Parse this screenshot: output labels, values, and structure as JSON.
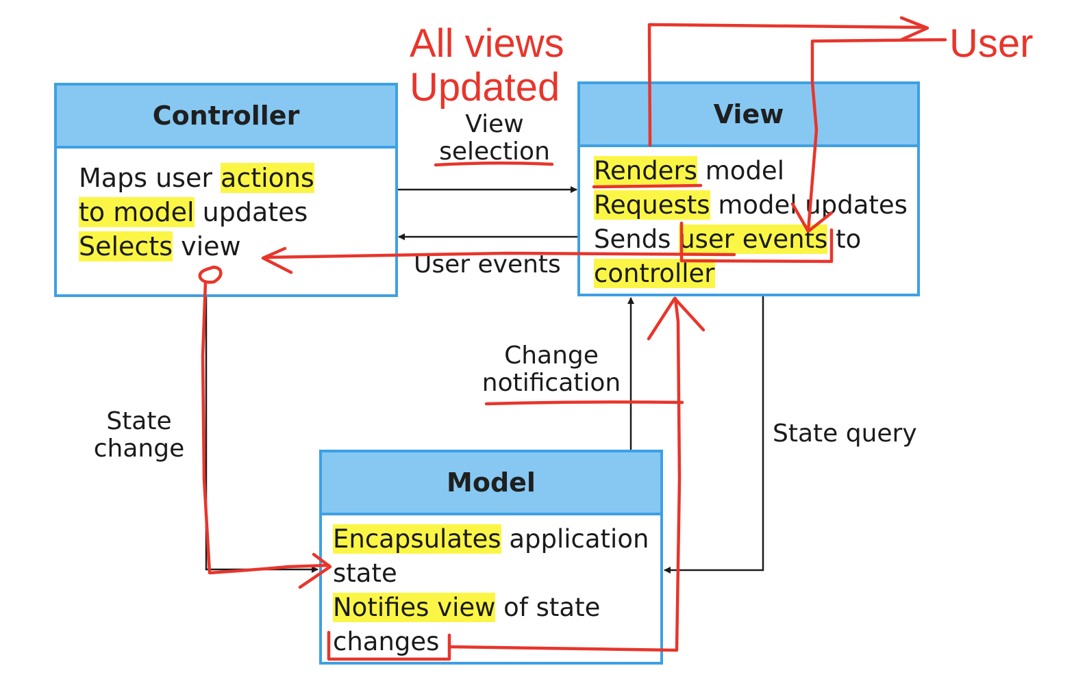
{
  "controller": {
    "title": "Controller",
    "lines": [
      {
        "a": "Maps user ",
        "b": "actions",
        "c": ""
      },
      {
        "a": "",
        "b": "to model",
        "c": " updates"
      },
      {
        "a": "",
        "b": "Selects",
        "c": " view"
      }
    ]
  },
  "view": {
    "title": "View",
    "lines": [
      {
        "a": "",
        "b": "Renders",
        "c": " model"
      },
      {
        "a": "",
        "b": "Requests",
        "c": " model updates"
      },
      {
        "a": "Sends ",
        "b": "user events",
        "c": " to"
      },
      {
        "a": "",
        "b": "controller",
        "c": ""
      }
    ]
  },
  "model": {
    "title": "Model",
    "lines": [
      {
        "a": "",
        "b": "Encapsulates",
        "c": " application"
      },
      {
        "a": "",
        "b": "",
        "c": "state"
      },
      {
        "a": "",
        "b": "Notifies view",
        "c": " of state"
      },
      {
        "a": "",
        "b": "",
        "c": "changes"
      }
    ]
  },
  "edges": {
    "view_selection": [
      "View",
      "selection"
    ],
    "user_events": "User events",
    "change_notification": [
      "Change",
      "notification"
    ],
    "state_change": [
      "State",
      "change"
    ],
    "state_query": "State query"
  },
  "annotations": {
    "all_views_updated": [
      "All views",
      "Updated"
    ],
    "user": "User"
  },
  "colors": {
    "box_border": "#3da0e4",
    "box_header": "#86c8f2",
    "highlight": "#fbf646",
    "annotation_red": "#e8352b",
    "arrow": "#1a1a1a"
  }
}
